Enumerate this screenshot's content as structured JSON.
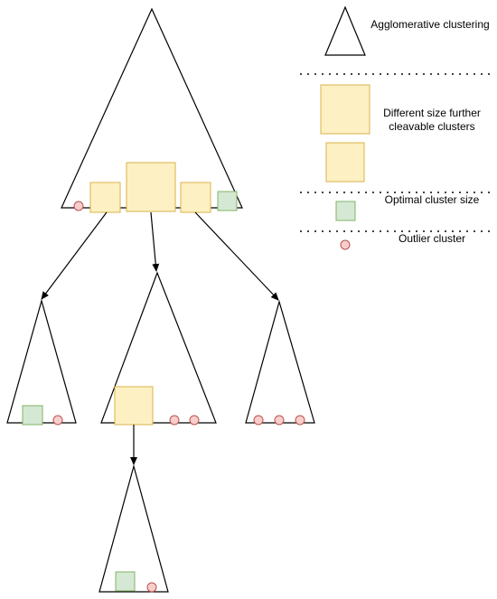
{
  "legend": {
    "agglomerative": "Agglomerative clustering",
    "cleavable": "Different size further cleavable clusters",
    "optimal": "Optimal cluster size",
    "outlier": "Outlier cluster"
  },
  "colors": {
    "cleavable_fill": "#fdf0c3",
    "cleavable_stroke": "#d9b34a",
    "optimal_fill": "#d5e8d4",
    "optimal_stroke": "#82b366",
    "outlier_fill": "#f8cecc",
    "outlier_stroke": "#b85450",
    "line": "#000000",
    "separator": "#444444"
  }
}
